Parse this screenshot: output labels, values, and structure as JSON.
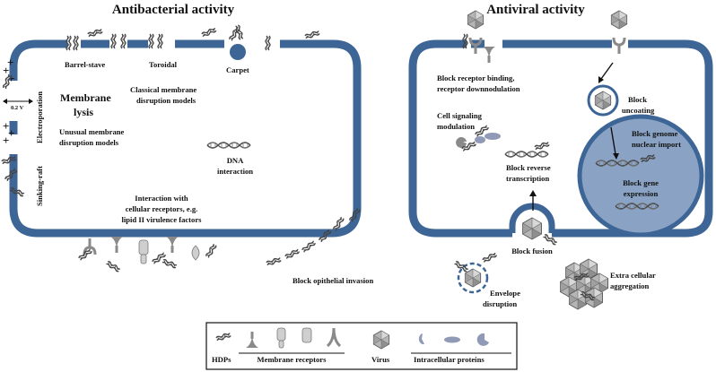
{
  "titles": {
    "antibacterial": "Antibacterial activity",
    "antiviral": "Antiviral activity"
  },
  "antibacterial": {
    "barrel_stave": "Barrel-stave",
    "toroidal": "Toroidal",
    "carpet": "Carpet",
    "voltage": "0.2 V",
    "electroporation": "Electroporation",
    "sinking_raft": "Sinking-raft",
    "membrane_lysis": [
      "Membrane",
      "lysis"
    ],
    "classical": [
      "Classical membrane",
      "disruption models"
    ],
    "unusual": [
      "Unusual membrane",
      "disruption models"
    ],
    "dna": [
      "DNA",
      "interaction"
    ],
    "receptors": [
      "Interaction with",
      "cellular receptors, e.g.",
      "lipid II virulence factors"
    ],
    "epithelial": "Block opithelial invasion",
    "plus_signs": [
      "+",
      "+",
      "+",
      "+",
      "+",
      "+"
    ]
  },
  "antiviral": {
    "receptor_binding": [
      "Block receptor binding,",
      "receptor downnodulation"
    ],
    "uncoating": [
      "Block",
      "uncoating"
    ],
    "signaling": [
      "Cell signaling",
      "modulation"
    ],
    "nuclear_import": [
      "Block genome",
      "nuclear import"
    ],
    "reverse_transcription": [
      "Block reverse",
      "transcription"
    ],
    "gene_expression": [
      "Block gene",
      "expression"
    ],
    "fusion": "Block fusion",
    "envelope": [
      "Envelope",
      "disruption"
    ],
    "aggregation": [
      "Extra cellular",
      "aggregation"
    ]
  },
  "legend": {
    "hdps": "HDPs",
    "membrane_receptors": "Membrane receptors",
    "virus": "Virus",
    "intracellular": "Intracellular proteins"
  },
  "colors": {
    "membrane": "#3d6596",
    "nucleus": "#8aa3c4",
    "receptor": "#8a8a8a",
    "virus": "#b5b5b5"
  }
}
